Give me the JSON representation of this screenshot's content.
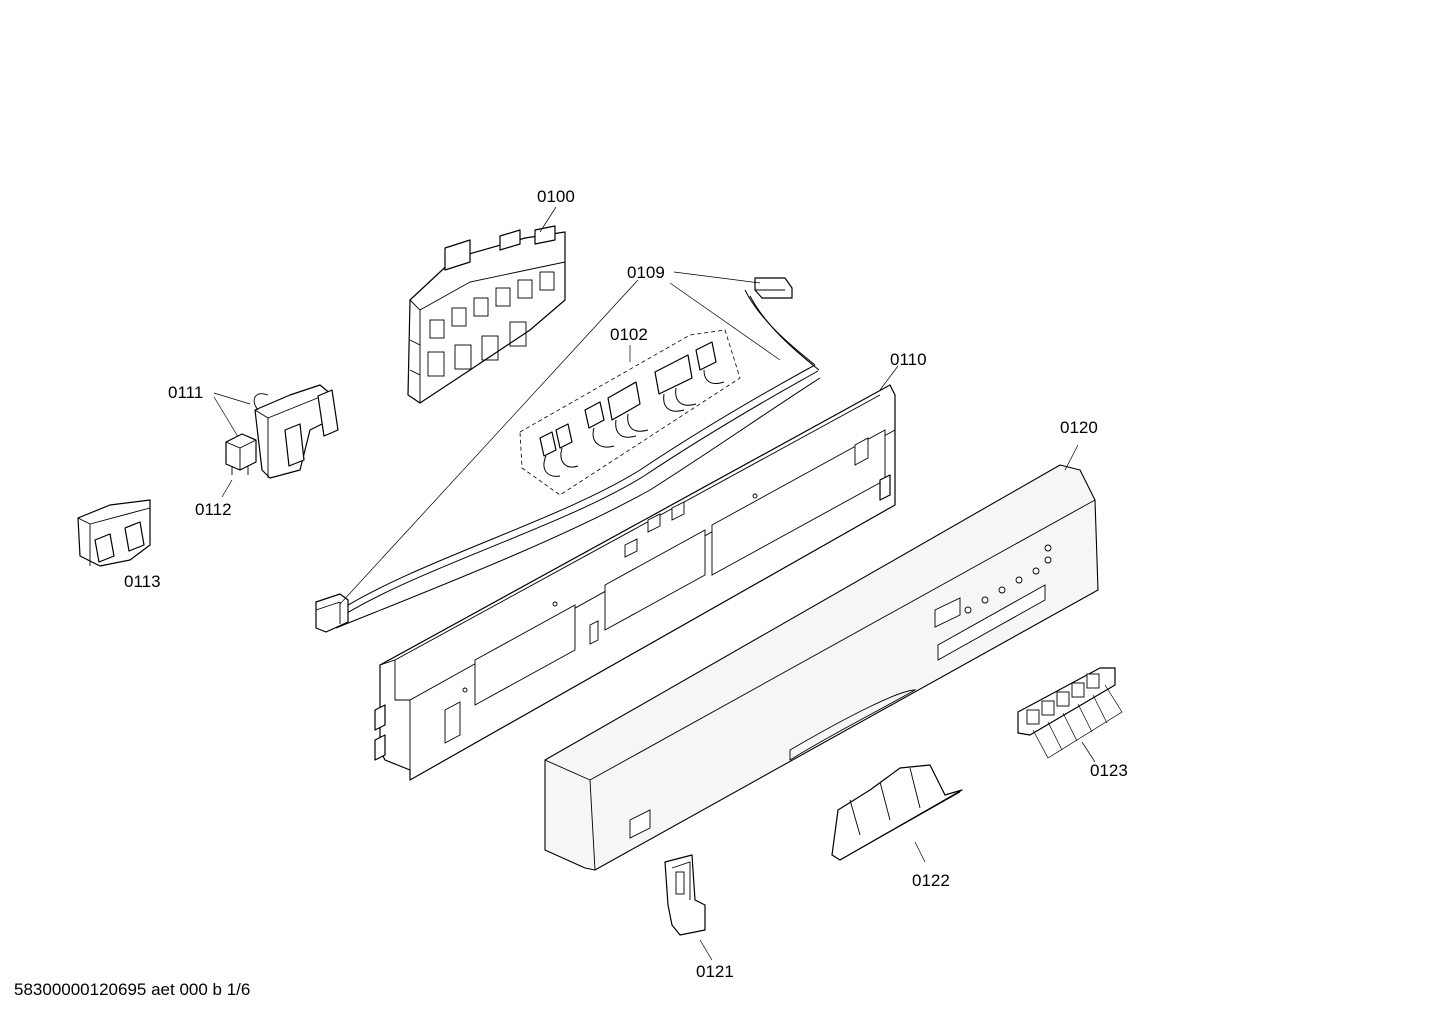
{
  "callouts": {
    "p0100": "0100",
    "p0109": "0109",
    "p0102": "0102",
    "p0110": "0110",
    "p0111": "0111",
    "p0112": "0112",
    "p0113": "0113",
    "p0120": "0120",
    "p0121": "0121",
    "p0122": "0122",
    "p0123": "0123"
  },
  "footer": {
    "code": "58300000120695 aet 000 b 1/6"
  }
}
